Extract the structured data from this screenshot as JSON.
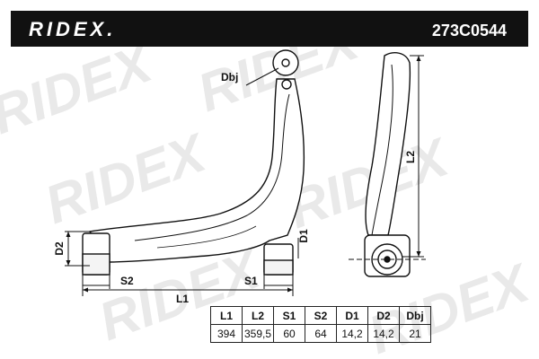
{
  "header": {
    "brand": "RIDEX.",
    "part_number": "273C0544",
    "background": "#111111"
  },
  "watermark": {
    "text": "RIDEX",
    "color": "#d8d8d8"
  },
  "drawing": {
    "labels": {
      "dbj": "Dbj",
      "l1": "L1",
      "l2": "L2",
      "s1": "S1",
      "s2": "S2",
      "d1": "D1",
      "d2": "D2"
    }
  },
  "spec_table": {
    "headers": [
      "L1",
      "L2",
      "S1",
      "S2",
      "D1",
      "D2",
      "Dbj"
    ],
    "values": [
      "394",
      "359,5",
      "60",
      "64",
      "14,2",
      "14,2",
      "21"
    ]
  }
}
